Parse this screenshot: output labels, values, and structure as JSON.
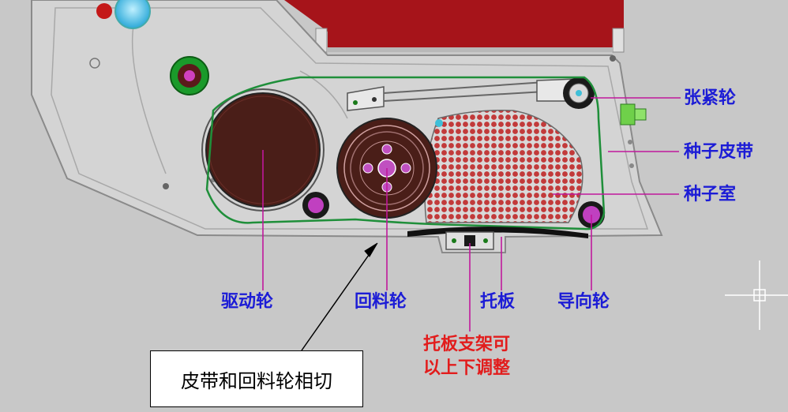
{
  "labels": {
    "tension_wheel": "张紧轮",
    "seed_belt": "种子皮带",
    "seed_chamber": "种子室",
    "drive_wheel": "驱动轮",
    "return_wheel": "回料轮",
    "support_plate": "托板",
    "guide_wheel": "导向轮",
    "bracket_note_line1": "托板支架可",
    "bracket_note_line2": "以上下调整",
    "tangent_note": "皮带和回料轮相切"
  },
  "colors": {
    "background": "#c8c8c8",
    "housing": "#d4d4d4",
    "housing_edge": "#8a8a8a",
    "belt": "#1f8f3a",
    "wheel_dark": "#4a1e18",
    "label_line": "#c0189c",
    "label_blue": "#1c1cd6",
    "label_red": "#e21c1c",
    "hopper_red": "#a6141a",
    "seed_red": "#c23a3a"
  }
}
